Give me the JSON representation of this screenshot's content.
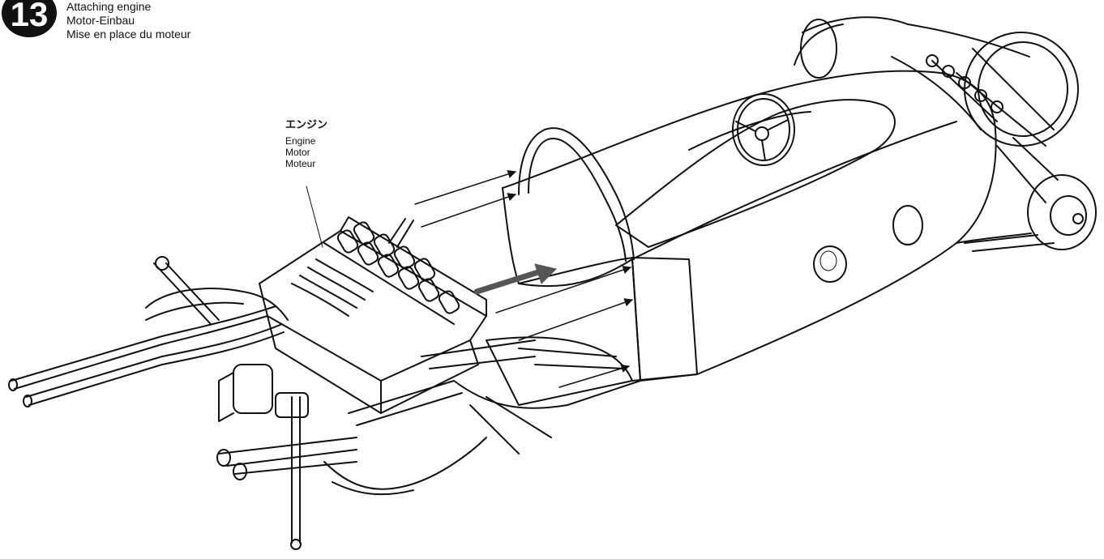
{
  "step": {
    "number": "13",
    "titles": [
      "Attaching engine",
      "Motor-Einbau",
      "Mise en place du moteur"
    ]
  },
  "engine_label": {
    "ja": "エンジン",
    "en": "Engine",
    "de": "Motor",
    "fr": "Moteur"
  },
  "colors": {
    "ink": "#111111",
    "paper": "#ffffff",
    "arrow": "#555555"
  }
}
